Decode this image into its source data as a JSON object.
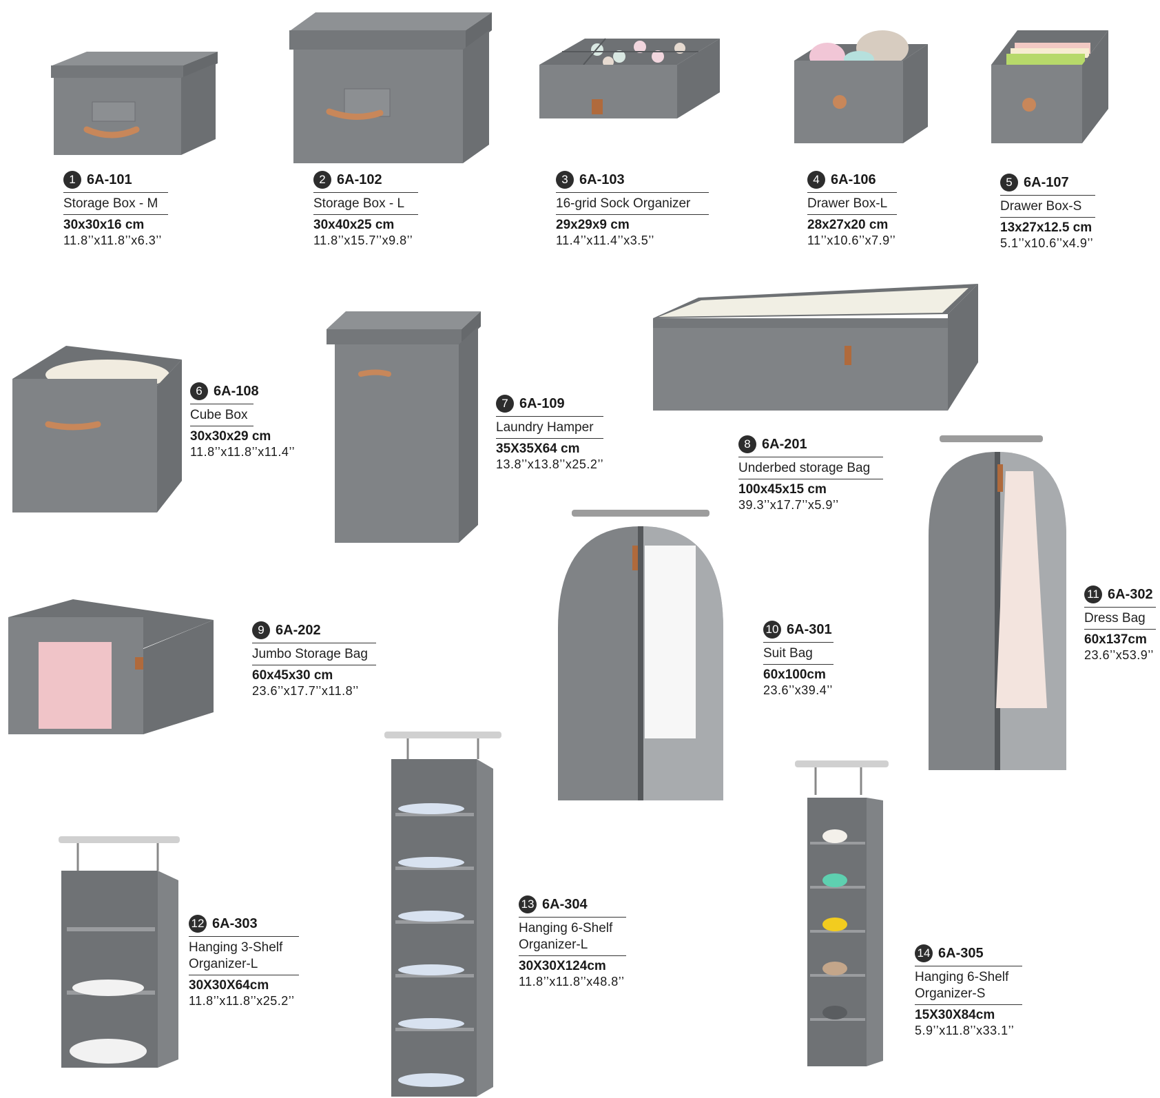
{
  "colors": {
    "fabric": "#7f8285",
    "fabric_dark": "#5d6063",
    "fabric_light": "#9a9c9f",
    "handle": "#c8875a",
    "badge": "#2d2d2d",
    "rod": "#9c9c9c"
  },
  "products": [
    {
      "num": "1",
      "code": "6A-101",
      "name": [
        "Storage Box - M"
      ],
      "dim_cm": "30x30x16 cm",
      "dim_in": "11.8’’x11.8’’x6.3’’"
    },
    {
      "num": "2",
      "code": "6A-102",
      "name": [
        "Storage Box - L"
      ],
      "dim_cm": "30x40x25 cm",
      "dim_in": "11.8’’x15.7’’x9.8’’"
    },
    {
      "num": "3",
      "code": "6A-103",
      "name": [
        "16-grid Sock Organizer"
      ],
      "dim_cm": "29x29x9 cm",
      "dim_in": "11.4’’x11.4’’x3.5’’"
    },
    {
      "num": "4",
      "code": "6A-106",
      "name": [
        "Drawer Box-L"
      ],
      "dim_cm": "28x27x20 cm",
      "dim_in": "11’’x10.6’’x7.9’’"
    },
    {
      "num": "5",
      "code": "6A-107",
      "name": [
        "Drawer Box-S"
      ],
      "dim_cm": "13x27x12.5 cm",
      "dim_in": "5.1’’x10.6’’x4.9’’"
    },
    {
      "num": "6",
      "code": "6A-108",
      "name": [
        "Cube Box"
      ],
      "dim_cm": "30x30x29 cm",
      "dim_in": "11.8’’x11.8’’x11.4’’"
    },
    {
      "num": "7",
      "code": "6A-109",
      "name": [
        "Laundry Hamper"
      ],
      "dim_cm": "35X35X64 cm",
      "dim_in": "13.8’’x13.8’’x25.2’’"
    },
    {
      "num": "8",
      "code": "6A-201",
      "name": [
        "Underbed storage Bag"
      ],
      "dim_cm": "100x45x15 cm",
      "dim_in": "39.3’’x17.7’’x5.9’’"
    },
    {
      "num": "9",
      "code": "6A-202",
      "name": [
        "Jumbo Storage Bag"
      ],
      "dim_cm": "60x45x30 cm",
      "dim_in": "23.6’’x17.7’’x11.8’’"
    },
    {
      "num": "10",
      "code": "6A-301",
      "name": [
        "Suit Bag"
      ],
      "dim_cm": "60x100cm",
      "dim_in": "23.6’’x39.4’’"
    },
    {
      "num": "11",
      "code": "6A-302",
      "name": [
        "Dress Bag"
      ],
      "dim_cm": "60x137cm",
      "dim_in": "23.6’’x53.9’’"
    },
    {
      "num": "12",
      "code": "6A-303",
      "name": [
        "Hanging 3-Shelf",
        "Organizer-L"
      ],
      "dim_cm": "30X30X64cm",
      "dim_in": "11.8’’x11.8’’x25.2’’"
    },
    {
      "num": "13",
      "code": "6A-304",
      "name": [
        "Hanging 6-Shelf",
        "Organizer-L"
      ],
      "dim_cm": "30X30X124cm",
      "dim_in": "11.8’’x11.8’’x48.8’’"
    },
    {
      "num": "14",
      "code": "6A-305",
      "name": [
        "Hanging 6-Shelf",
        "Organizer-S"
      ],
      "dim_cm": "15X30X84cm",
      "dim_in": "5.9’’x11.8’’x33.1’’"
    }
  ]
}
